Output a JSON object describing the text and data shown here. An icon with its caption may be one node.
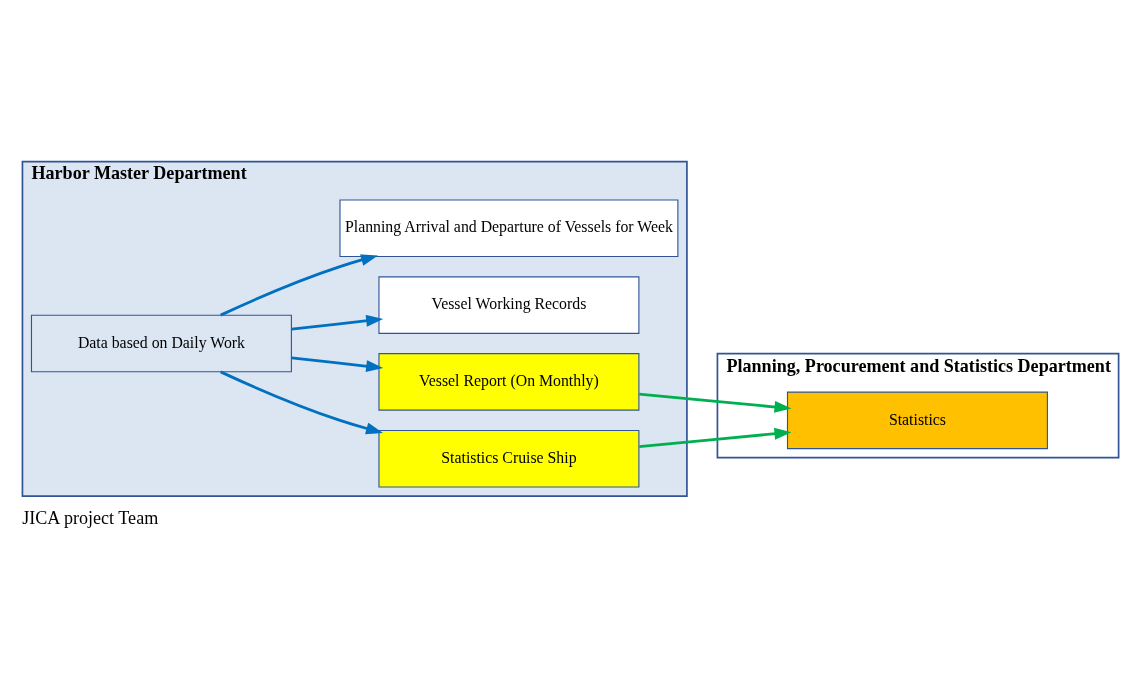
{
  "diagram": {
    "caption": "JICA project Team",
    "nodes": [
      {
        "text": [
          "Harbor Master Department"
        ]
      },
      {
        "text": [
          "Data based on Daily Work"
        ],
        "in": 0
      },
      {
        "text": [
          "Planning Arrival and Departure of Vessels for Week"
        ],
        "in": 0
      },
      {
        "text": [
          "Vessel Working Records"
        ],
        "in": 0
      },
      {
        "text": [
          "Vessel Report (On Monthly)"
        ],
        "in": 0
      },
      {
        "text": [
          "Statistics Cruise Ship"
        ],
        "in": 0
      },
      {
        "text": [
          "Planning, Procurement and Statistics Department"
        ]
      },
      {
        "text": [
          "Statistics"
        ],
        "in": 6
      }
    ],
    "edges": [
      {
        "from": 1,
        "to": 2,
        "arrow": "to"
      },
      {
        "from": 1,
        "to": 3,
        "arrow": "to"
      },
      {
        "from": 1,
        "to": 4,
        "arrow": "to"
      },
      {
        "from": 1,
        "to": 5,
        "arrow": "to"
      },
      {
        "from": 4,
        "to": 7,
        "arrow": "to",
        "color": "#00b050"
      },
      {
        "from": 5,
        "to": 7,
        "arrow": "to",
        "color": "#00b050"
      }
    ]
  }
}
